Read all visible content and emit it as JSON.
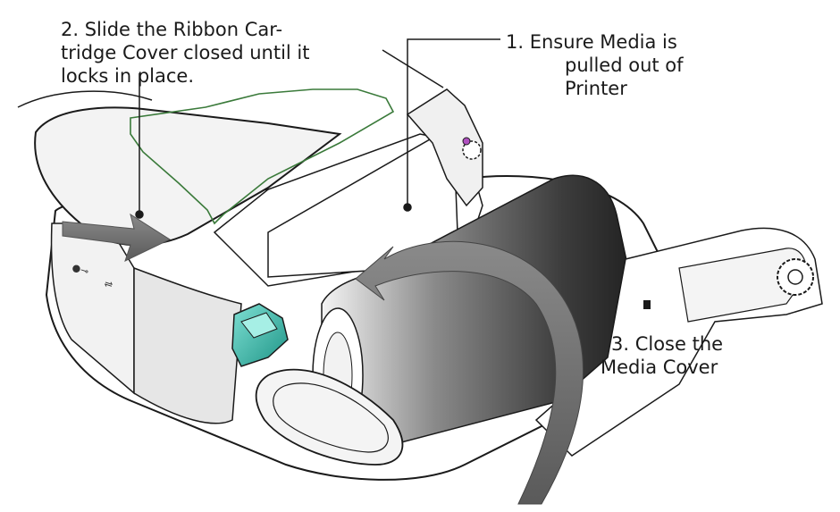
{
  "callouts": {
    "step1": {
      "lines": [
        "1. Ensure Media is",
        "pulled out  of",
        "Printer"
      ]
    },
    "step2": {
      "lines": [
        "2. Slide the Ribbon Car-",
        "tridge Cover closed until it",
        "locks in place."
      ]
    },
    "step3": {
      "lines": [
        "3. Close the",
        "Media Cover"
      ]
    }
  },
  "colors": {
    "outline": "#1a1a1a",
    "cover_outline": "#3a7a3a",
    "latch": "#2aa79a",
    "ribbon": "#555555"
  },
  "icons": [
    "push-arrow-icon",
    "rotate-arrow-icon"
  ]
}
